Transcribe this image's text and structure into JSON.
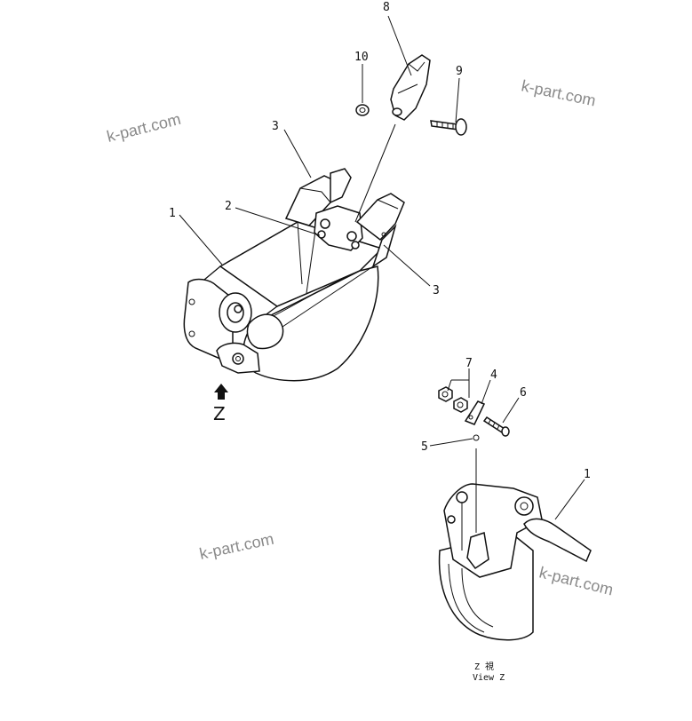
{
  "watermarks": [
    "k-part.com",
    "k-part.com",
    "k-part.com",
    "k-part.com"
  ],
  "callouts": {
    "c1_main": "1",
    "c2": "2",
    "c3_upper": "3",
    "c3_right": "3",
    "c4": "4",
    "c5": "5",
    "c6": "6",
    "c7": "7",
    "c8": "8",
    "c9": "9",
    "c10": "10",
    "c1_view": "1"
  },
  "view_arrow_label": "Z",
  "view_caption": {
    "line1": "Z   視",
    "line2": "View Z"
  }
}
